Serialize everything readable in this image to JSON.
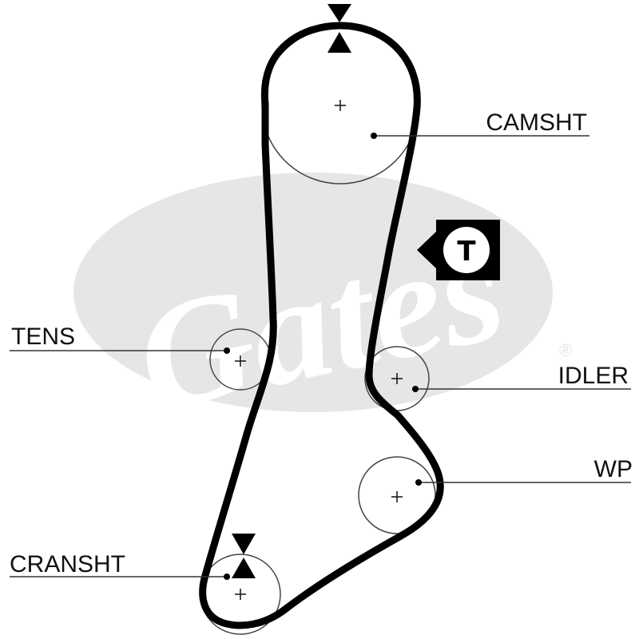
{
  "watermark": {
    "text": "Gates",
    "registered_mark": "®",
    "color": "#e6e6e6"
  },
  "labels": {
    "camshaft": "CAMSHT",
    "tensioner": "TENS",
    "idler": "IDLER",
    "water_pump": "WP",
    "crankshaft": "CRANSHT"
  },
  "tension_badge": {
    "letter": "T"
  },
  "colors": {
    "belt": "#000000",
    "pulley": "#444444",
    "leader": "#333333",
    "background": "#ffffff"
  }
}
